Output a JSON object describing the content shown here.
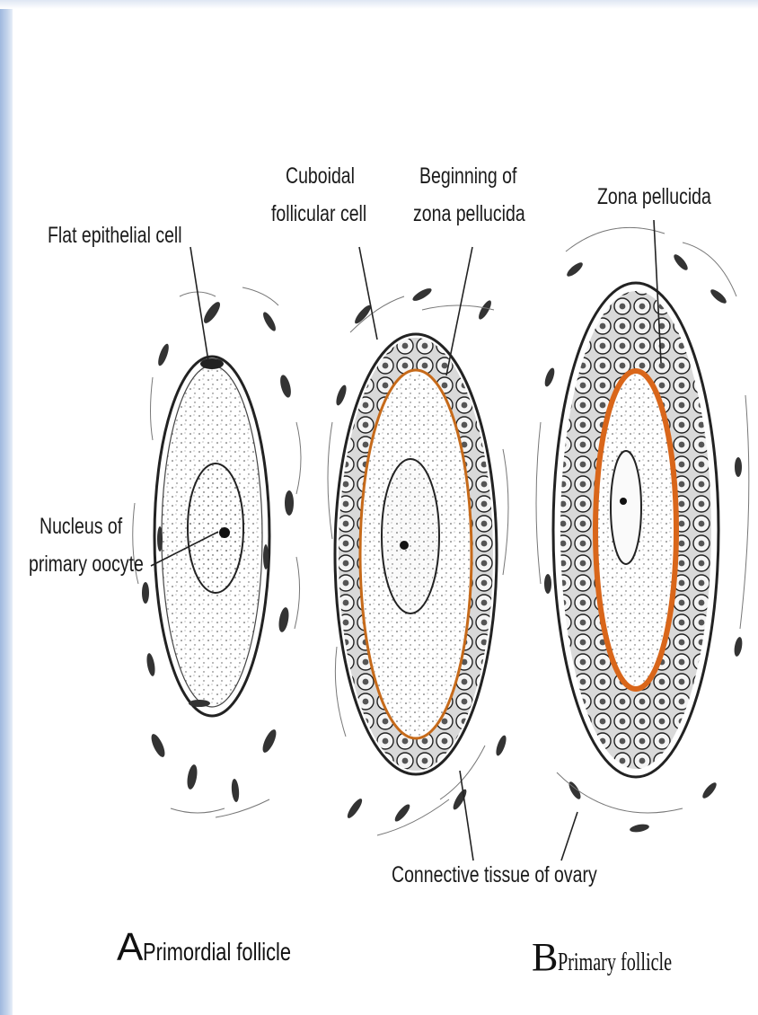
{
  "labels": {
    "flat_epithelial_cell": "Flat epithelial cell",
    "cuboidal_line1": "Cuboidal",
    "cuboidal_line2": "follicular cell",
    "beginning_line1": "Beginning of",
    "beginning_line2": "zona pellucida",
    "zona_pellucida": "Zona pellucida",
    "nucleus_line1": "Nucleus of",
    "nucleus_line2": "primary oocyte",
    "connective_tissue": "Connective tissue of ovary"
  },
  "captions": {
    "a_letter": "A",
    "a_text": "Primordial follicle",
    "b_letter": "B",
    "b_text": "Primary follicle"
  },
  "colors": {
    "ink": "#1a1a1a",
    "zona": "#d9661a",
    "background": "#ffffff",
    "frame": "#b9cbe6"
  }
}
